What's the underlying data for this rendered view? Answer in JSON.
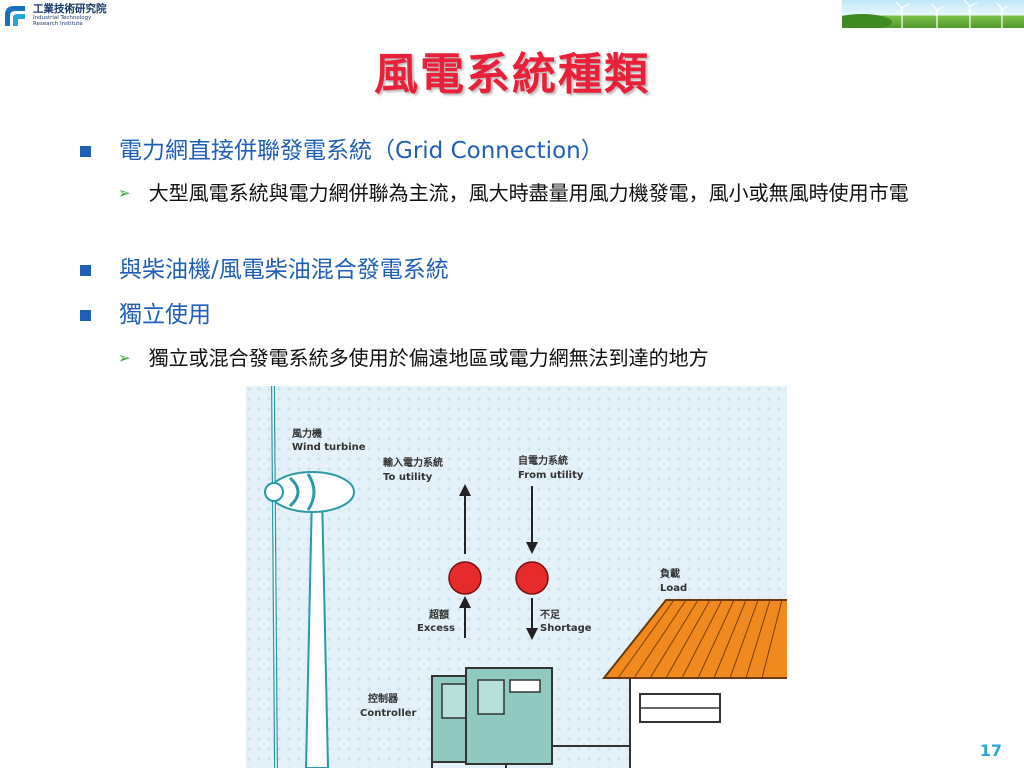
{
  "header": {
    "logo_zh": "工業技術研究院",
    "logo_en_1": "Industrial Technology",
    "logo_en_2": "Research Institute"
  },
  "title": "風電系統種類",
  "bullets": [
    {
      "text": "電力網直接併聯發電系統（Grid Connection）"
    },
    {
      "sub": "大型風電系統與電力網併聯為主流，風大時盡量用風力機發電，風小或無風時使用市電"
    },
    {
      "text": "與柴油機/風電柴油混合發電系統"
    },
    {
      "text": "獨立使用"
    },
    {
      "sub": "獨立或混合發電系統多使用於偏遠地區或電力網無法到達的地方"
    }
  ],
  "diagram": {
    "wind_turbine_zh": "風力機",
    "wind_turbine_en": "Wind turbine",
    "to_utility_zh": "輸入電力系統",
    "to_utility_en": "To utility",
    "from_utility_zh": "自電力系統",
    "from_utility_en": "From utility",
    "excess_zh": "超額",
    "excess_en": "Excess",
    "shortage_zh": "不足",
    "shortage_en": "Shortage",
    "load_zh": "負載",
    "load_en": "Load",
    "controller_zh": "控制器",
    "controller_en": "Controller"
  },
  "colors": {
    "title": "#e8203a",
    "bullet": "#1f5fb8",
    "roof": "#f08a1e",
    "indicator": "#e52b2b",
    "controller": "#8fc9c0"
  },
  "page_number": "17"
}
